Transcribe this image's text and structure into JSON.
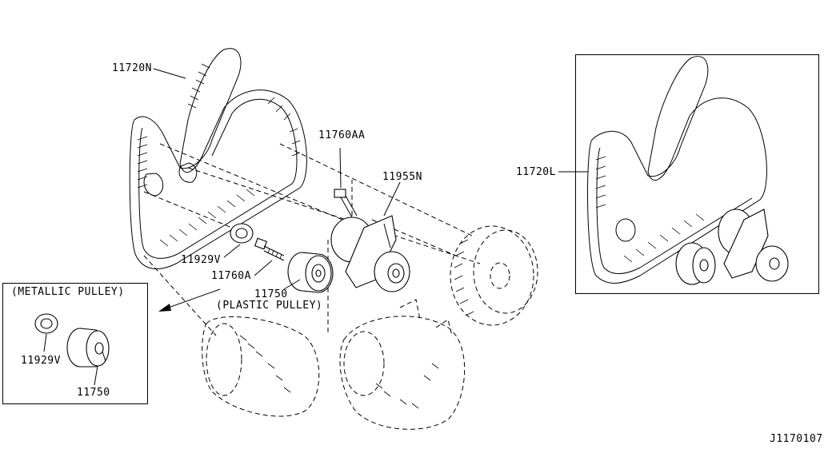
{
  "labels": {
    "belt_main": "11720N",
    "belt_alt": "11720L",
    "bolt_aa": "11760AA",
    "tensioner": "11955N",
    "washer": "11929V",
    "bolt_a": "11760A",
    "pulley": "11750",
    "pulley_note": "(PLASTIC PULLEY)",
    "metallic_title": "(METALLIC PULLEY)",
    "metallic_washer": "11929V",
    "metallic_pulley": "11750",
    "drawing_id": "J1170107"
  }
}
